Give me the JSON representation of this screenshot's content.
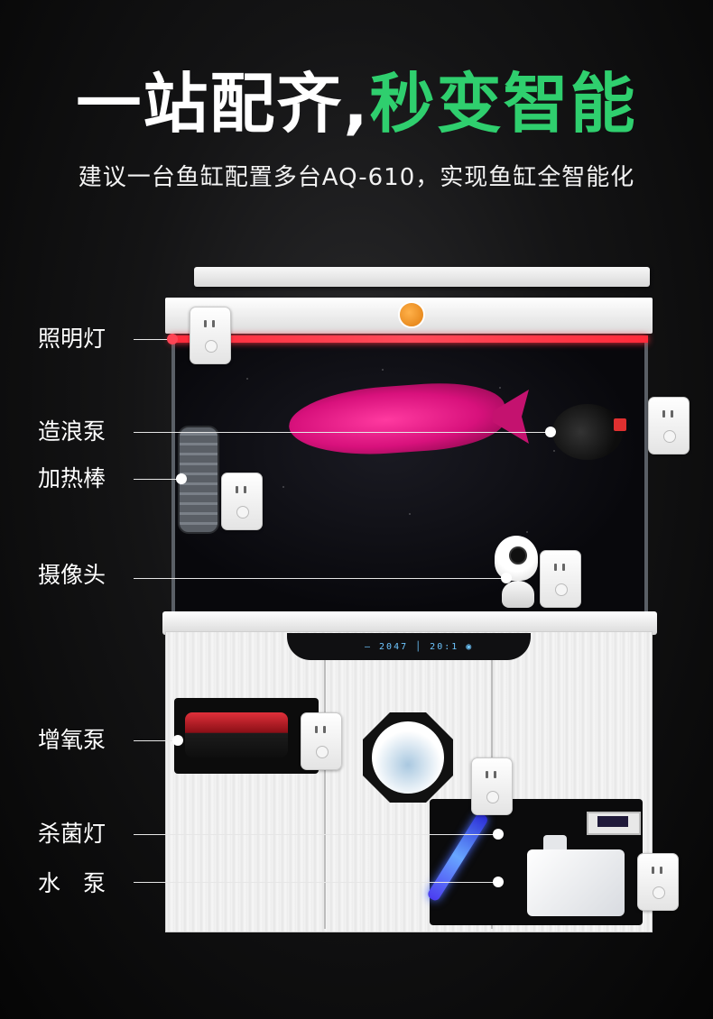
{
  "headline": {
    "part1": "一站配齐,",
    "part2": "秒变智能"
  },
  "subtitle": "建议一台鱼缸配置多台AQ-610，实现鱼缸全智能化",
  "controller_display": "— 2047 │ 20:1 ◉",
  "colors": {
    "accent_green": "#2fcf6e",
    "light_strip_red": "#ff2a3a",
    "uv_blue": "#4b3cf0",
    "fish_pink": "#d8117c"
  },
  "labels": {
    "lighting": "照明灯",
    "wave_pump": "造浪泵",
    "heater": "加热棒",
    "camera": "摄像头",
    "air_pump": "增氧泵",
    "uv_lamp": "杀菌灯",
    "water_pump": "水　泵"
  },
  "icons": [
    "smart-socket-icon",
    "fish-icon",
    "wave-pump-icon",
    "heater-icon",
    "camera-icon",
    "air-pump-icon",
    "uv-lamp-icon",
    "water-pump-icon",
    "logo-icon"
  ]
}
